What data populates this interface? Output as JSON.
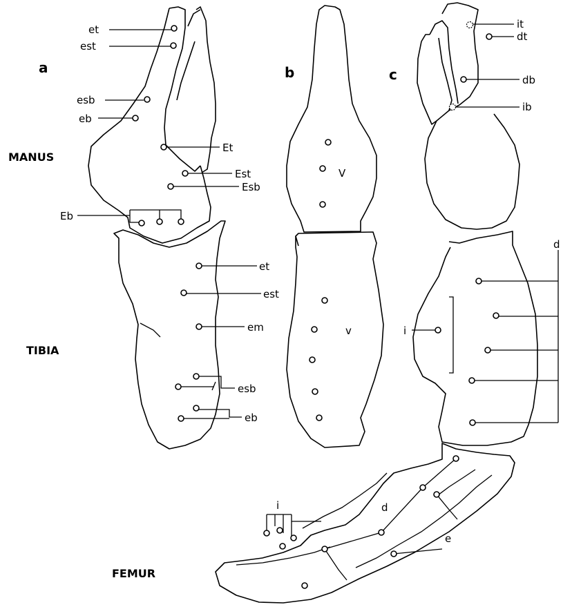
{
  "panels": {
    "a": "a",
    "b": "b",
    "c": "c"
  },
  "segments": {
    "manus": "MANUS",
    "tibia": "TIBIA",
    "femur": "FEMUR"
  },
  "panel_a": {
    "manus_labels": [
      "et",
      "est",
      "esb",
      "eb",
      "Et",
      "Est",
      "Esb",
      "Eb"
    ],
    "tibia_labels": [
      "et",
      "est",
      "em",
      "esb",
      "eb"
    ]
  },
  "panel_b": {
    "manus_label": "V",
    "tibia_label": "v"
  },
  "panel_c": {
    "manus_labels": [
      "it",
      "dt",
      "db",
      "ib"
    ],
    "tibia_labels": [
      "d",
      "i"
    ]
  },
  "femur": {
    "labels": [
      "i",
      "d",
      "e"
    ]
  }
}
